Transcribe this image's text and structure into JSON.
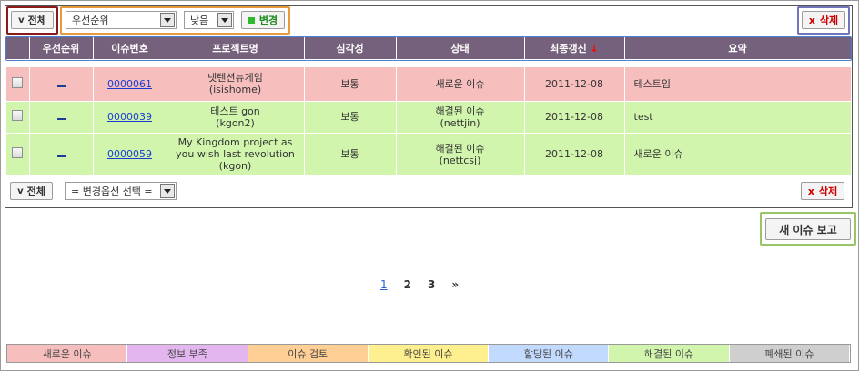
{
  "toolbar": {
    "all_label": "전체",
    "priority_select": "우선순위",
    "order_select": "낮음",
    "change_label": "변경",
    "delete_label": "삭제"
  },
  "table": {
    "headers": [
      "우선순위",
      "이슈번호",
      "프로젝트명",
      "심각성",
      "상태",
      "최종갱신",
      "요약"
    ],
    "sort_indicator": "↓",
    "rows": [
      {
        "issue": "0000061",
        "project_line1": "넷텐션뉴게임",
        "project_line2": "(isishome)",
        "project_line3": "",
        "severity": "보통",
        "status_line1": "새로운 이슈",
        "status_line2": "",
        "date": "2011-12-08",
        "summary": "테스트임"
      },
      {
        "issue": "0000039",
        "project_line1": "테스트 gon",
        "project_line2": "(kgon2)",
        "project_line3": "",
        "severity": "보통",
        "status_line1": "해결된 이슈",
        "status_line2": "(nettjin)",
        "date": "2011-12-08",
        "summary": "test"
      },
      {
        "issue": "0000059",
        "project_line1": "My Kingdom project as",
        "project_line2": "you wish last revolution",
        "project_line3": "(kgon)",
        "severity": "보통",
        "status_line1": "해결된 이슈",
        "status_line2": "(nettcsj)",
        "date": "2011-12-08",
        "summary": "새로운 이슈"
      }
    ]
  },
  "footer_toolbar": {
    "all_label": "전체",
    "change_option_select": "= 변경옵션 선택 =",
    "delete_label": "삭제"
  },
  "report_button": "새 이슈 보고",
  "pagination": {
    "pages": [
      "1",
      "2",
      "3"
    ],
    "next": "»",
    "current": "1"
  },
  "legend": [
    {
      "label": "새로운 이슈",
      "color": "#f7bebe"
    },
    {
      "label": "정보 부족",
      "color": "#e3b6ef"
    },
    {
      "label": "이슈 검토",
      "color": "#ffcf96"
    },
    {
      "label": "확인된 이슈",
      "color": "#fff08f"
    },
    {
      "label": "할당된 이슈",
      "color": "#c3daff"
    },
    {
      "label": "해결된 이슈",
      "color": "#d1f5ad"
    },
    {
      "label": "폐쇄된 이슈",
      "color": "#cfcfcf"
    }
  ]
}
